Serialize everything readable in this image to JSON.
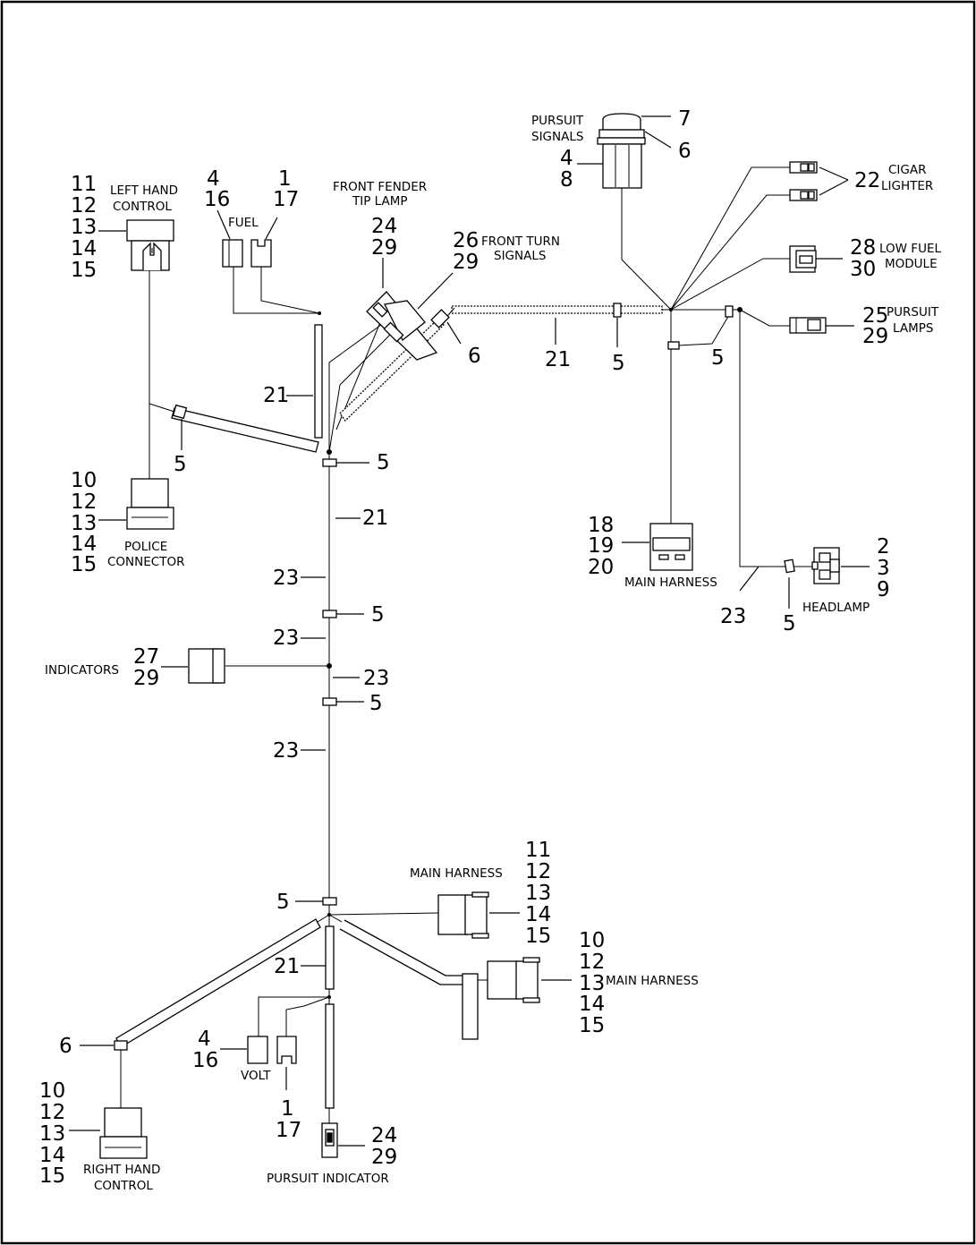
{
  "callouts": {
    "pursuit_signals_7": "7",
    "pursuit_signals_6": "6",
    "pursuit_signals_4": "4",
    "pursuit_signals_8": "8",
    "cigar_22": "22",
    "low_fuel_28": "28",
    "low_fuel_30": "30",
    "pursuit_lamps_25": "25",
    "pursuit_lamps_29": "29",
    "lh_11": "11",
    "lh_12": "12",
    "lh_13": "13",
    "lh_14": "14",
    "lh_15": "15",
    "fuel_4": "4",
    "fuel_16": "16",
    "fuel_1": "1",
    "fuel_17": "17",
    "tip_24": "24",
    "tip_29": "29",
    "turn_26": "26",
    "turn_29": "29",
    "turn_6": "6",
    "trunk_21_top": "21",
    "trunk_5_top": "5",
    "ne_21": "21",
    "ne_5_a": "5",
    "ne_5_b": "5",
    "lh_5": "5",
    "police_10": "10",
    "police_12": "12",
    "police_13": "13",
    "police_14": "14",
    "police_15": "15",
    "trunk_21_mid": "21",
    "trunk_23_a": "23",
    "trunk_5_b": "5",
    "trunk_23_b": "23",
    "ind_27": "27",
    "ind_29": "29",
    "trunk_23_c": "23",
    "trunk_5_c": "5",
    "trunk_23_d": "23",
    "mh_18": "18",
    "mh_19": "19",
    "mh_20": "20",
    "hl_2": "2",
    "hl_3": "3",
    "hl_9": "9",
    "hl_23": "23",
    "hl_5": "5",
    "mh2_11": "11",
    "mh2_12": "12",
    "mh2_13": "13",
    "mh2_14": "14",
    "mh2_15": "15",
    "bot_5": "5",
    "mh3_10": "10",
    "mh3_12": "12",
    "mh3_13": "13",
    "mh3_14": "14",
    "mh3_15": "15",
    "bot_21": "21",
    "bot_6": "6",
    "volt_4": "4",
    "volt_16": "16",
    "volt_1": "1",
    "volt_17": "17",
    "rh_10": "10",
    "rh_12": "12",
    "rh_13": "13",
    "rh_14": "14",
    "rh_15": "15",
    "pi_24": "24",
    "pi_29": "29"
  },
  "labels": {
    "pursuit_signals_1": "PURSUIT",
    "pursuit_signals_2": "SIGNALS",
    "cigar_1": "CIGAR",
    "cigar_2": "LIGHTER",
    "low_fuel_1": "LOW FUEL",
    "low_fuel_2": "MODULE",
    "pursuit_lamps_1": "PURSUIT",
    "pursuit_lamps_2": "LAMPS",
    "left_hand_1": "LEFT HAND",
    "left_hand_2": "CONTROL",
    "fuel": "FUEL",
    "tip_lamp_1": "FRONT FENDER",
    "tip_lamp_2": "TIP LAMP",
    "front_turn_1": "FRONT TURN",
    "front_turn_2": "SIGNALS",
    "police_1": "POLICE",
    "police_2": "CONNECTOR",
    "main_harness_top": "MAIN HARNESS",
    "headlamp": "HEADLAMP",
    "indicators": "INDICATORS",
    "main_harness_mid": "MAIN HARNESS",
    "main_harness_right": "MAIN HARNESS",
    "volt": "VOLT",
    "right_hand_1": "RIGHT HAND",
    "right_hand_2": "CONTROL",
    "pursuit_indicator": "PURSUIT INDICATOR"
  }
}
